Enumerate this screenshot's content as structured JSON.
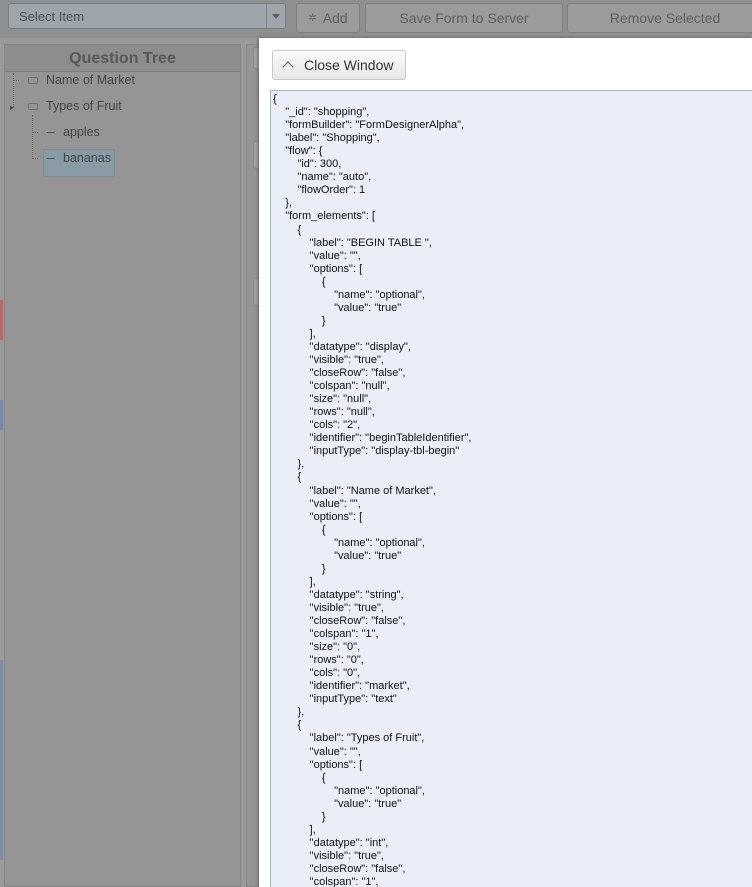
{
  "toolbar": {
    "select_placeholder": "Select Item",
    "add_label": "Add",
    "save_label": "Save Form to Server",
    "remove_label": "Remove Selected"
  },
  "question_tree": {
    "title": "Question Tree",
    "nodes": [
      {
        "label": "Name of Market",
        "icon": "chat-bubble-icon"
      },
      {
        "label": "Types of Fruit",
        "icon": "input-box-icon"
      },
      {
        "label": "apples"
      },
      {
        "label": "bananas",
        "selected": true
      }
    ]
  },
  "modal": {
    "close_label": "Close Window",
    "json_lines": [
      "{",
      "    \"_id\": \"shopping\",",
      "    \"formBuilder\": \"FormDesignerAlpha\",",
      "    \"label\": \"Shopping\",",
      "    \"flow\": {",
      "        \"id\": 300,",
      "        \"name\": \"auto\",",
      "        \"flowOrder\": 1",
      "    },",
      "    \"form_elements\": [",
      "        {",
      "            \"label\": \"BEGIN TABLE \",",
      "            \"value\": \"\",",
      "            \"options\": [",
      "                {",
      "                    \"name\": \"optional\",",
      "                    \"value\": \"true\"",
      "                }",
      "            ],",
      "            \"datatype\": \"display\",",
      "            \"visible\": \"true\",",
      "            \"closeRow\": \"false\",",
      "            \"colspan\": \"null\",",
      "            \"size\": \"null\",",
      "            \"rows\": \"null\",",
      "            \"cols\": \"2\",",
      "            \"identifier\": \"beginTableIdentifier\",",
      "            \"inputType\": \"display-tbl-begin\"",
      "        },",
      "        {",
      "            \"label\": \"Name of Market\",",
      "            \"value\": \"\",",
      "            \"options\": [",
      "                {",
      "                    \"name\": \"optional\",",
      "                    \"value\": \"true\"",
      "                }",
      "            ],",
      "            \"datatype\": \"string\",",
      "            \"visible\": \"true\",",
      "            \"closeRow\": \"false\",",
      "            \"colspan\": \"1\",",
      "            \"size\": \"0\",",
      "            \"rows\": \"0\",",
      "            \"cols\": \"0\",",
      "            \"identifier\": \"market\",",
      "            \"inputType\": \"text\"",
      "        },",
      "        {",
      "            \"label\": \"Types of Fruit\",",
      "            \"value\": \"\",",
      "            \"options\": [",
      "                {",
      "                    \"name\": \"optional\",",
      "                    \"value\": \"true\"",
      "                }",
      "            ],",
      "            \"datatype\": \"int\",",
      "            \"visible\": \"true\",",
      "            \"closeRow\": \"false\",",
      "            \"colspan\": \"1\","
    ]
  },
  "colors": {
    "overlay_gray": "#9a9a9a",
    "json_background": "#e9eef9",
    "selected_node": "#8a9aa5"
  }
}
